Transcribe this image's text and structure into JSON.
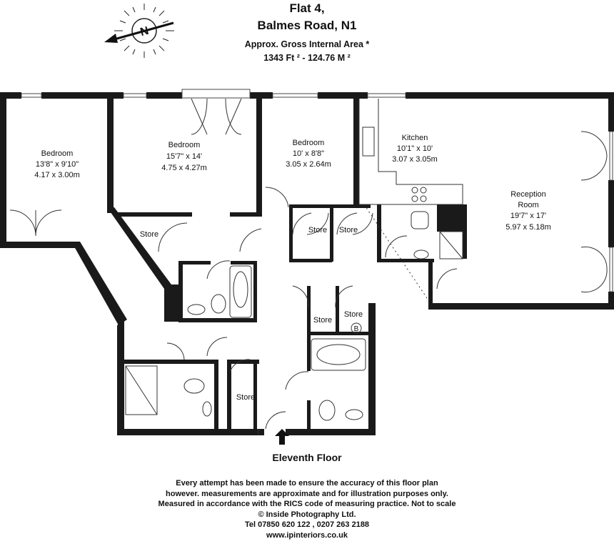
{
  "header": {
    "line1": "Flat 4,",
    "line2": "Balmes Road, N1",
    "area_label": "Approx. Gross Internal Area *",
    "area_value": "1343 Ft ² - 124.76 M ²"
  },
  "compass": {
    "letter": "N"
  },
  "rooms": {
    "bedroom1": {
      "name": "Bedroom",
      "imperial": "13'8\" x 9'10\"",
      "metric": "4.17 x 3.00m"
    },
    "bedroom2": {
      "name": "Bedroom",
      "imperial": "15'7\" x 14'",
      "metric": "4.75 x 4.27m"
    },
    "bedroom3": {
      "name": "Bedroom",
      "imperial": "10' x 8'8\"",
      "metric": "3.05 x 2.64m"
    },
    "kitchen": {
      "name": "Kitchen",
      "imperial": "10'1\" x 10'",
      "metric": "3.07 x 3.05m"
    },
    "reception": {
      "name1": "Reception",
      "name2": "Room",
      "imperial": "19'7\" x 17'",
      "metric": "5.97 x 5.18m"
    }
  },
  "stores": [
    "Store",
    "Store",
    "Store",
    "Store",
    "Store",
    "Store"
  ],
  "boiler_mark": "B",
  "floor_label": "Eleventh Floor",
  "disclaimer": [
    "Every attempt has been made to ensure the accuracy of this floor plan",
    "however. measurements are approximate and for illustration purposes only.",
    "Measured in accordance with the RICS code of measuring practice. Not to scale",
    "© Inside Photography Ltd.",
    "Tel 07850 620 122 , 0207 263 2188",
    "www.ipinteriors.co.uk"
  ]
}
